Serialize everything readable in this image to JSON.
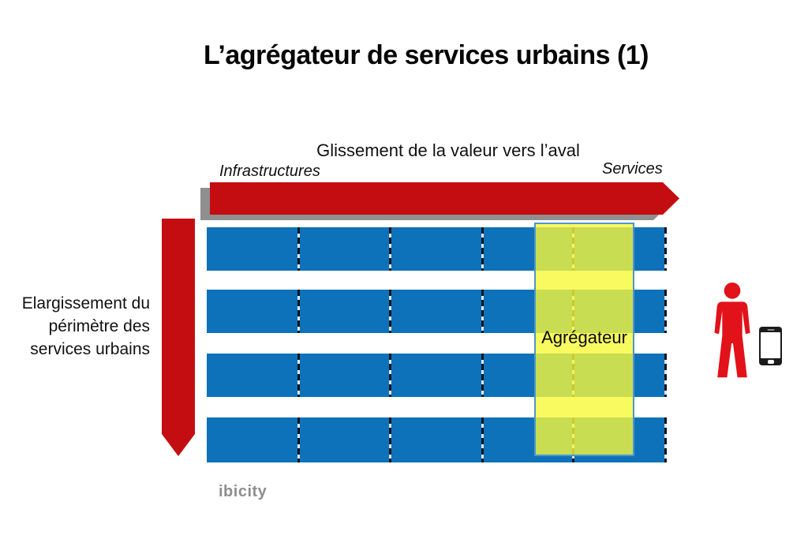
{
  "title": "L’agrégateur de services urbains (1)",
  "flow": {
    "heading": "Glissement de la valeur vers l’aval",
    "from_label": "Infrastructures",
    "to_label": "Services"
  },
  "expansion": {
    "line1": "Elargissement du",
    "line2": "périmètre des",
    "line3": "services urbains"
  },
  "aggregator_label": "Agrégateur",
  "brand": "ibicity",
  "grid": {
    "rows": 4,
    "segments": 5
  },
  "icons": {
    "person": "person-icon",
    "phone": "smartphone-icon",
    "value_arrow": "right-arrow-icon",
    "scope_arrow": "down-arrow-icon"
  },
  "colors": {
    "arrow_red": "#c40d11",
    "person_red": "#e11219",
    "bar_blue": "#0d72ba",
    "aggregator_yellow": "#f6f63a",
    "shadow_gray": "#8f8f8f",
    "brand_gray": "#8e8e8e"
  }
}
